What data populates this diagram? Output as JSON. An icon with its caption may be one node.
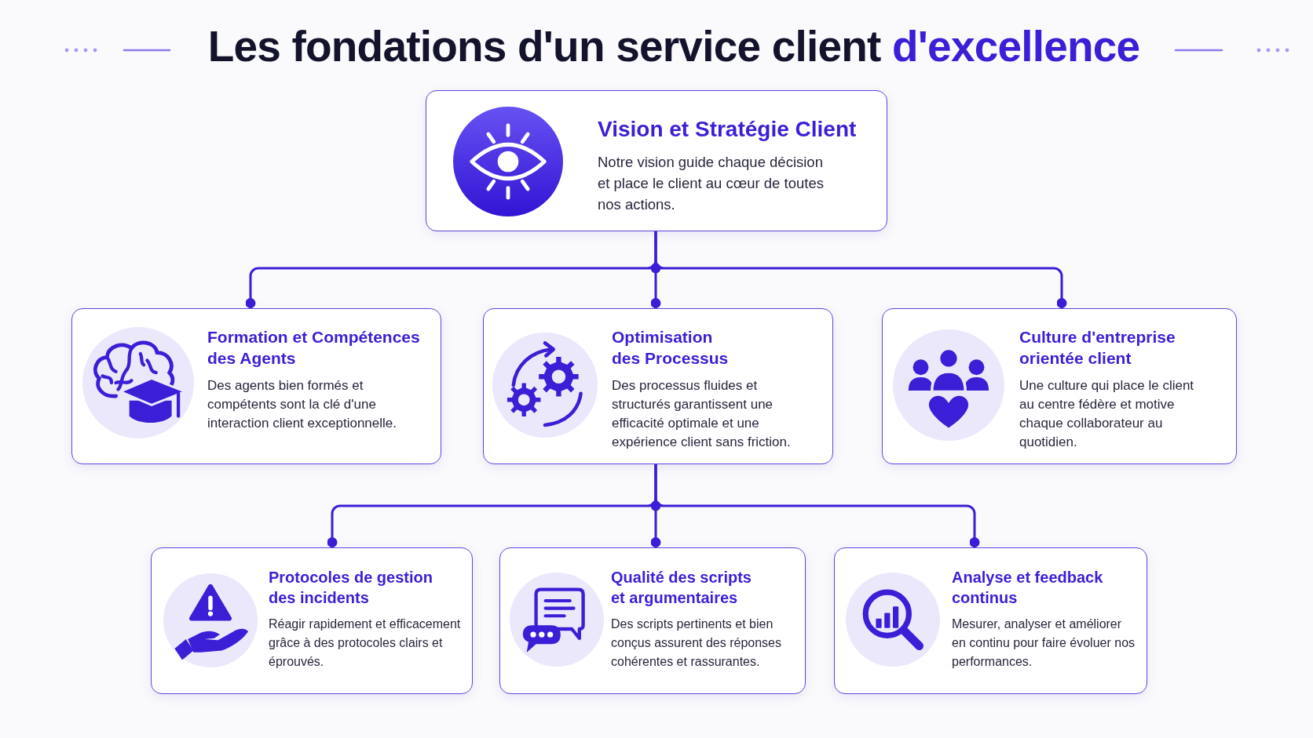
{
  "diagram": {
    "title": "Les fondations d'un service client d'excellence",
    "nodes": [
      {
        "text": [
          "Vision et Stratégie Client",
          "Notre vision guide chaque décision et place le client au cœur de toutes nos actions."
        ]
      },
      {
        "text": [
          "Formation et Compétences des Agents",
          "Des agents bien formés et compétents sont la clé d'une interaction client exceptionnelle."
        ]
      },
      {
        "text": [
          "Optimisation des Processus",
          "Des processus fluides et structurés garantissent une efficacité optimale et une expérience client sans friction."
        ]
      },
      {
        "text": [
          "Culture d'entreprise orientée client",
          "Une culture qui place le client au centre fédère et motive chaque collaborateur au quotidien."
        ]
      },
      {
        "text": [
          "Protocoles de gestion des incidents",
          "Réagir rapidement et efficacement grâce à des protocoles clairs et éprouvés."
        ]
      },
      {
        "text": [
          "Qualité des scripts et argumentaires",
          "Des scripts pertinents et bien conçus assurent des réponses cohérentes et rassurantes."
        ]
      },
      {
        "text": [
          "Analyse et feedback continus",
          "Mesurer, analyser et améliorer en continu pour faire évoluer nos performances."
        ]
      }
    ],
    "edges": [
      {
        "from": 0,
        "to": 1,
        "arrow": "other"
      },
      {
        "from": 0,
        "to": 2,
        "arrow": "other"
      },
      {
        "from": 0,
        "to": 3,
        "arrow": "other"
      },
      {
        "from": 2,
        "to": 4,
        "arrow": "other"
      },
      {
        "from": 2,
        "to": 5,
        "arrow": "other"
      },
      {
        "from": 2,
        "to": 6,
        "arrow": "other"
      }
    ]
  }
}
